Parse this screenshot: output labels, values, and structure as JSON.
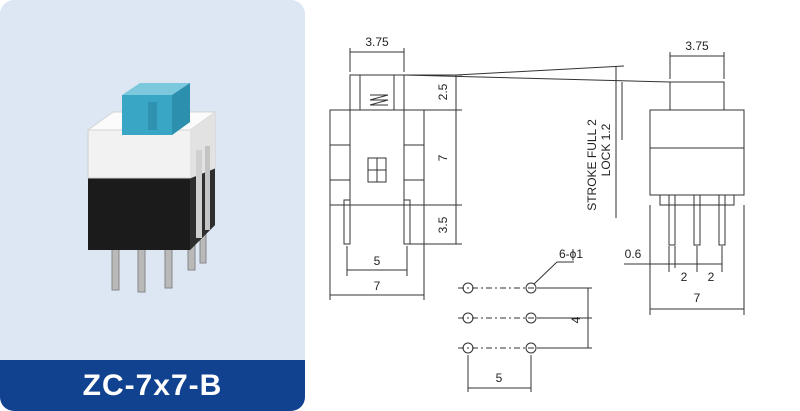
{
  "product": {
    "model": "ZC-7x7-B"
  },
  "colors": {
    "card_bg": "#dde6f3",
    "label_bg": "#10428f",
    "cap": "#3aa6c6",
    "body_white": "#f2f2f2",
    "body_black": "#1b1b1b",
    "pin": "#b9b9b9",
    "line": "#333333"
  },
  "drawing": {
    "side": {
      "top_width": "3.75",
      "dim_a": "2.5",
      "dim_b": "7",
      "dim_c": "3.5",
      "pin_pitch": "5",
      "width": "7"
    },
    "holes": {
      "spec": "6-ϕ1",
      "row_pitch": "4",
      "col_pitch": "5"
    },
    "front": {
      "top_width": "3.75",
      "stroke": "STROKE FULL 2",
      "lock": "LOCK 1.2",
      "pin_offset": "0.6",
      "pitch_1": "2",
      "pitch_2": "2",
      "width": "7"
    }
  }
}
